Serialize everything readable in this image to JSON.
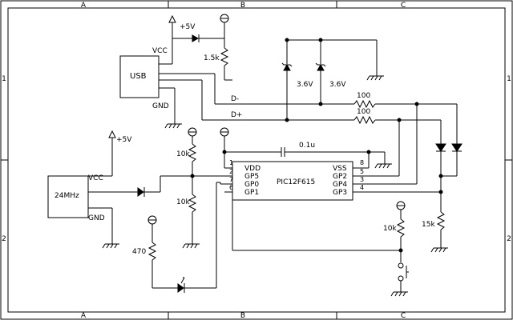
{
  "frame": {
    "columns": [
      "A",
      "B",
      "C"
    ],
    "rows": [
      "1",
      "2"
    ]
  },
  "modules": {
    "usb": {
      "name": "USB",
      "vcc": "VCC",
      "gnd": "GND"
    },
    "osc": {
      "name": "24MHz",
      "vcc": "VCC",
      "gnd": "GND"
    },
    "mcu": {
      "name": "PIC12F615",
      "left_pins": [
        {
          "num": "1",
          "name": "VDD"
        },
        {
          "num": "2",
          "name": "GP5"
        },
        {
          "num": "7",
          "name": "GP0"
        },
        {
          "num": "6",
          "name": "GP1"
        }
      ],
      "right_pins": [
        {
          "num": "8",
          "name": "VSS"
        },
        {
          "num": "5",
          "name": "GP2"
        },
        {
          "num": "3",
          "name": "GP4"
        },
        {
          "num": "4",
          "name": "GP3"
        }
      ]
    }
  },
  "labels": {
    "plus5_top": "+5V",
    "plus5_osc": "+5V",
    "r_usb_pullup": "1.5k",
    "zener_1": "3.6V",
    "zener_2": "3.6V",
    "r_dminus": "100",
    "r_dplus": "100",
    "net_dminus": "D-",
    "net_dplus": "D+",
    "cap": "0.1u",
    "r_div_top": "10k",
    "r_div_bottom": "10k",
    "r_led": "470",
    "r_switch": "10k",
    "r_pulldown": "15k"
  }
}
